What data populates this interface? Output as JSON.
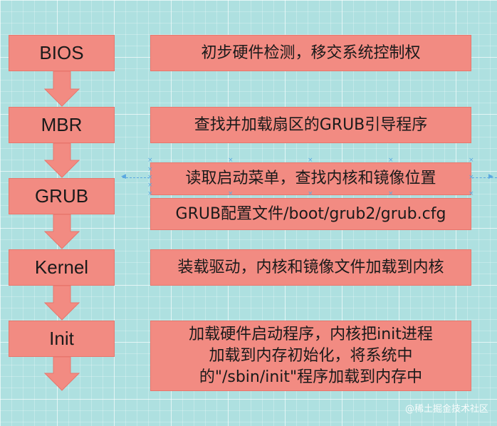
{
  "stages": [
    {
      "label": "BIOS"
    },
    {
      "label": "MBR"
    },
    {
      "label": "GRUB"
    },
    {
      "label": "Kernel"
    },
    {
      "label": "Init"
    }
  ],
  "descriptions": [
    {
      "text": "初步硬件检测，移交系统控制权"
    },
    {
      "text": "查找并加载扇区的GRUB引导程序"
    },
    {
      "text": "读取启动菜单，查找内核和镜像位置"
    },
    {
      "text": "GRUB配置文件/boot/grub2/grub.cfg"
    },
    {
      "text": "装载驱动，内核和镜像文件加载到内核"
    },
    {
      "lines": [
        "加载硬件启动程序，内核把init进程",
        "加载到内存初始化，将系统中",
        "的\"/sbin/init\"程序加载到内存中"
      ]
    }
  ],
  "watermark": "@稀土掘金技术社区",
  "colors": {
    "box_fill": "#f28b82",
    "background": "#aee0e0",
    "selection": "#5aa8e0"
  }
}
